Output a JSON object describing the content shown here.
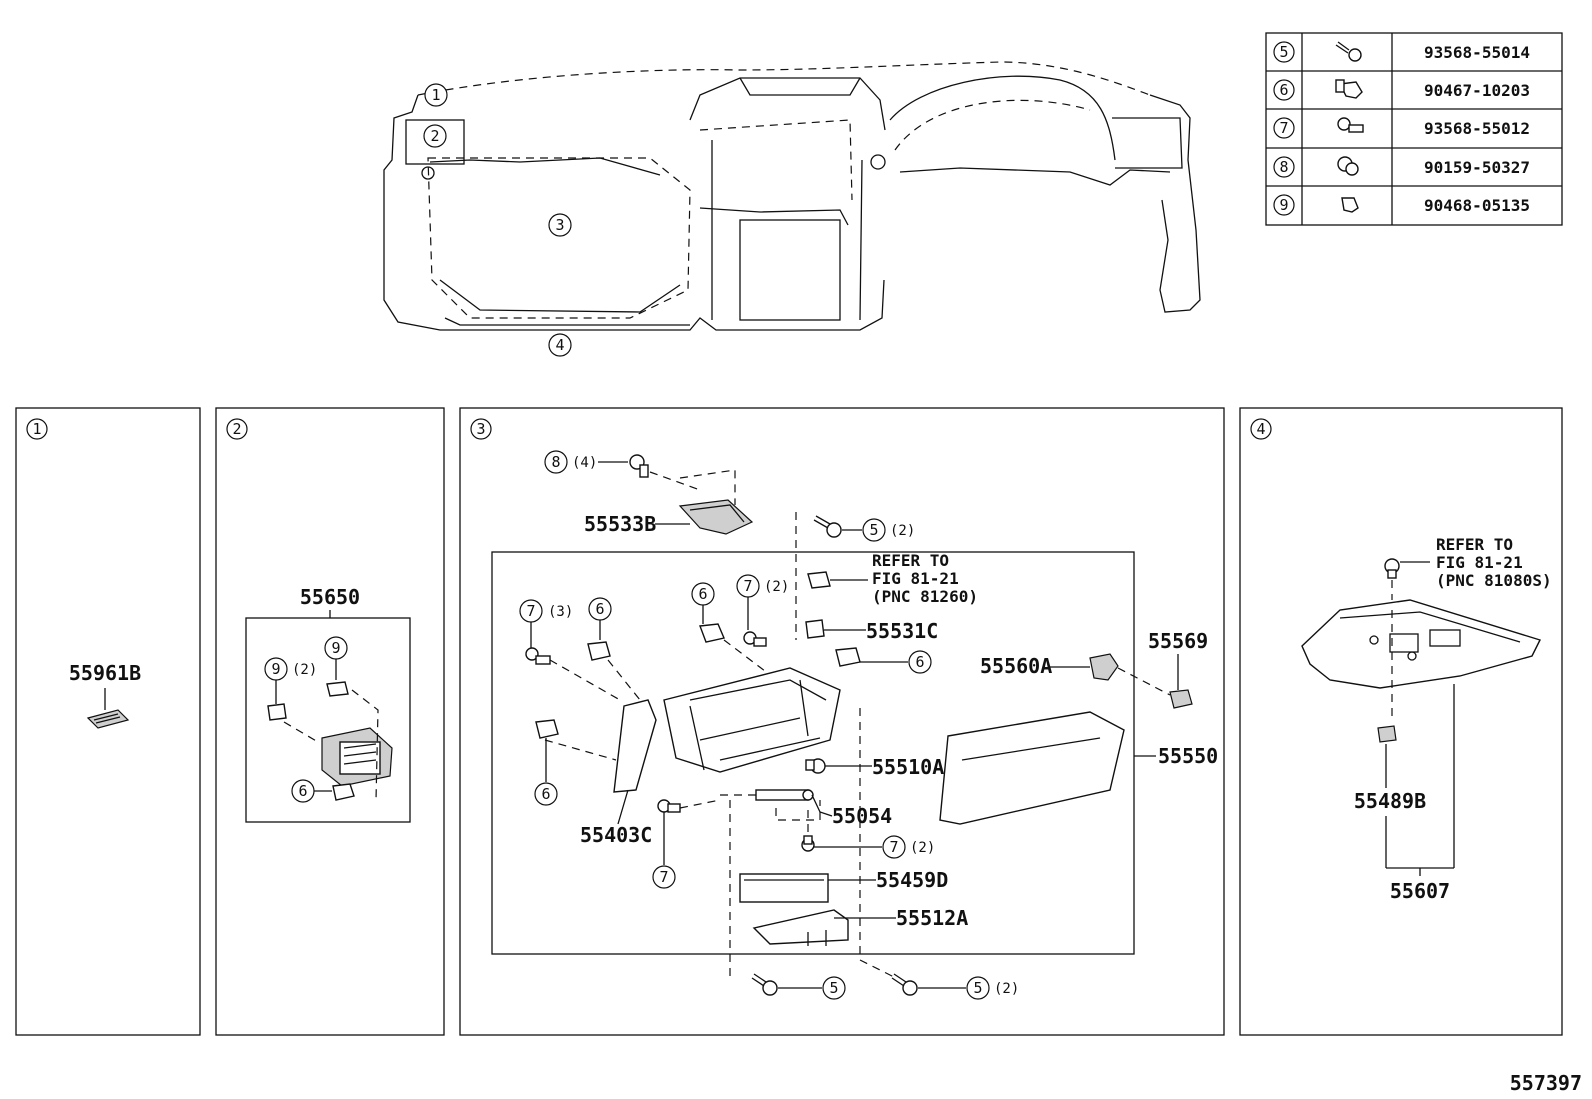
{
  "diagram_id": "557397",
  "fastener_table": [
    {
      "ref": "5",
      "icon": "bolt-icon",
      "part_no": "93568-55014"
    },
    {
      "ref": "6",
      "icon": "clip-icon",
      "part_no": "90467-10203"
    },
    {
      "ref": "7",
      "icon": "bolt-icon",
      "part_no": "93568-55012"
    },
    {
      "ref": "8",
      "icon": "bolt-icon",
      "part_no": "90159-50327"
    },
    {
      "ref": "9",
      "icon": "clip-icon",
      "part_no": "90468-05135"
    }
  ],
  "overview": {
    "callouts": [
      "1",
      "2",
      "3",
      "4"
    ]
  },
  "panel1": {
    "number": "1",
    "parts": {
      "vent": "55961B"
    }
  },
  "panel2": {
    "number": "2",
    "parts": {
      "register_assy": "55650"
    },
    "callouts": {
      "clip9_a": "9",
      "clip9_b": "9",
      "clip9_qty": "(2)",
      "clip6": "6"
    }
  },
  "panel3": {
    "number": "3",
    "parts": {
      "bracket_upper": "55533B",
      "bracket_531c": "55531C",
      "stopper": "55560A",
      "damper": "55569",
      "door": "55550",
      "bumper": "55510A",
      "shaft": "55054",
      "side_panel": "55403C",
      "lid": "55459D",
      "tray": "55512A"
    },
    "refer": [
      "REFER TO",
      "FIG 81-21",
      "(PNC 81260)"
    ],
    "callouts": {
      "c8": "8",
      "c8_qty": "(4)",
      "c5_top": "5",
      "c5_top_qty": "(2)",
      "c7_a": "7",
      "c7_a_qty": "(2)",
      "c7_b": "7",
      "c7_b_qty": "(3)",
      "c6_a": "6",
      "c6_b": "6",
      "c6_c": "6",
      "c6_d": "6",
      "c7_c": "7",
      "c7_d": "7",
      "c7_d_qty": "(2)",
      "c5_bl": "5",
      "c5_br": "5",
      "c5_br_qty": "(2)"
    }
  },
  "panel4": {
    "number": "4",
    "parts": {
      "cover": "55489B",
      "assy": "55607"
    },
    "refer": [
      "REFER TO",
      "FIG 81-21",
      "(PNC 81080S)"
    ]
  }
}
